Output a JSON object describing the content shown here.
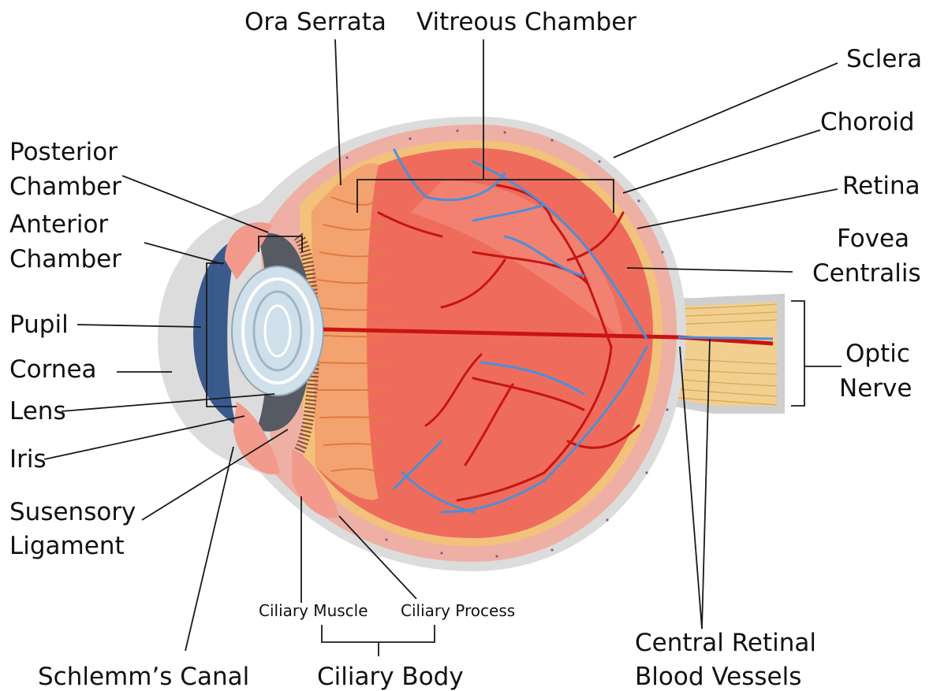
{
  "labels": {
    "ora_serrata": "Ora Serrata",
    "vitreous_chamber": "Vitreous Chamber",
    "sclera": "Sclera",
    "choroid": "Choroid",
    "retina": "Retina",
    "fovea_line1": "Fovea",
    "fovea_line2": "Centralis",
    "optic_line1": "Optic",
    "optic_line2": "Nerve",
    "posterior_line1": "Posterior",
    "posterior_line2": "Chamber",
    "anterior_line1": "Anterior",
    "anterior_line2": "Chamber",
    "pupil": "Pupil",
    "cornea": "Cornea",
    "lens": "Lens",
    "iris": "Iris",
    "suspensory_line1": "Susensory",
    "suspensory_line2": "Ligament",
    "ciliary_muscle": "Ciliary Muscle",
    "ciliary_process": "Ciliary Process",
    "schlemms_canal": "Schlemm’s Canal",
    "ciliary_body": "Ciliary Body",
    "crv_line1": "Central Retinal",
    "crv_line2": "Blood Vessels"
  },
  "colors": {
    "sclera_outer": "#dcdcdc",
    "sclera_pink": "#eeb0a4",
    "choroid_gold": "#f2c27a",
    "retina_fill": "#ef6c5c",
    "vessel_red": "#c81414",
    "vessel_blue": "#4a90d9",
    "ciliary_orange": "#f3a36f",
    "lens_fill": "#cfe0ea",
    "cornea_blue": "#3a5a8c",
    "iris_gray": "#555a63",
    "nerve_gold": "#f1cf8f"
  }
}
